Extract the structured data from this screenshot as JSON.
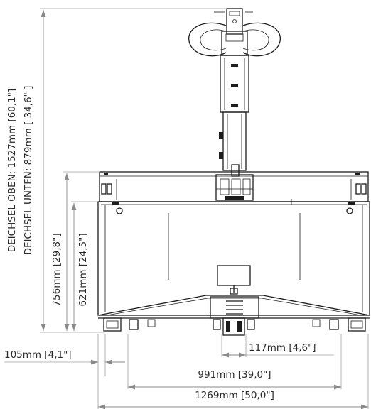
{
  "drawing": {
    "dimensions": {
      "tiller_top": "DEICHSEL OBEN: 1527mm [60,1\"]",
      "tiller_bottom": "DEICHSEL UNTEN: 879mm [ 34,6\" ]",
      "height_756": "756mm [29,8\"]",
      "height_621": "621mm [24,5\"]",
      "width_105": "105mm [4,1\"]",
      "width_117": "117mm [4,6\"]",
      "width_991": "991mm [39,0\"]",
      "width_1269": "1269mm [50,0\"]"
    }
  }
}
